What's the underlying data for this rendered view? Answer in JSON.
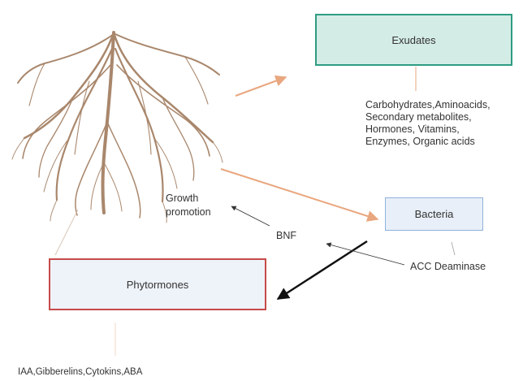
{
  "boxes": {
    "exudates": "Exudates",
    "bacteria": "Bacteria",
    "phytormones": "Phytormones"
  },
  "exudate_list": [
    "Carbohydrates,Aminoacids,",
    "Secondary metabolites,",
    "Hormones, Vitamins,",
    "Enzymes, Organic acids"
  ],
  "labels": {
    "growth_line1": "Growth",
    "growth_line2": "promotion",
    "bnf": "BNF",
    "acc": "ACC Deaminase",
    "phyto_list": "IAA,Gibberelins,Cytokins,ABA"
  },
  "colors": {
    "root": "#a9876c",
    "orange_arrow": "#e9a77f",
    "exudates_fill": "#d4ece6",
    "exudates_border": "#2e9c82",
    "bacteria_fill": "#e8eff8",
    "bacteria_border": "#8fb1dc",
    "phyto_fill": "#eef2f9",
    "phyto_border": "#c64a4a"
  }
}
